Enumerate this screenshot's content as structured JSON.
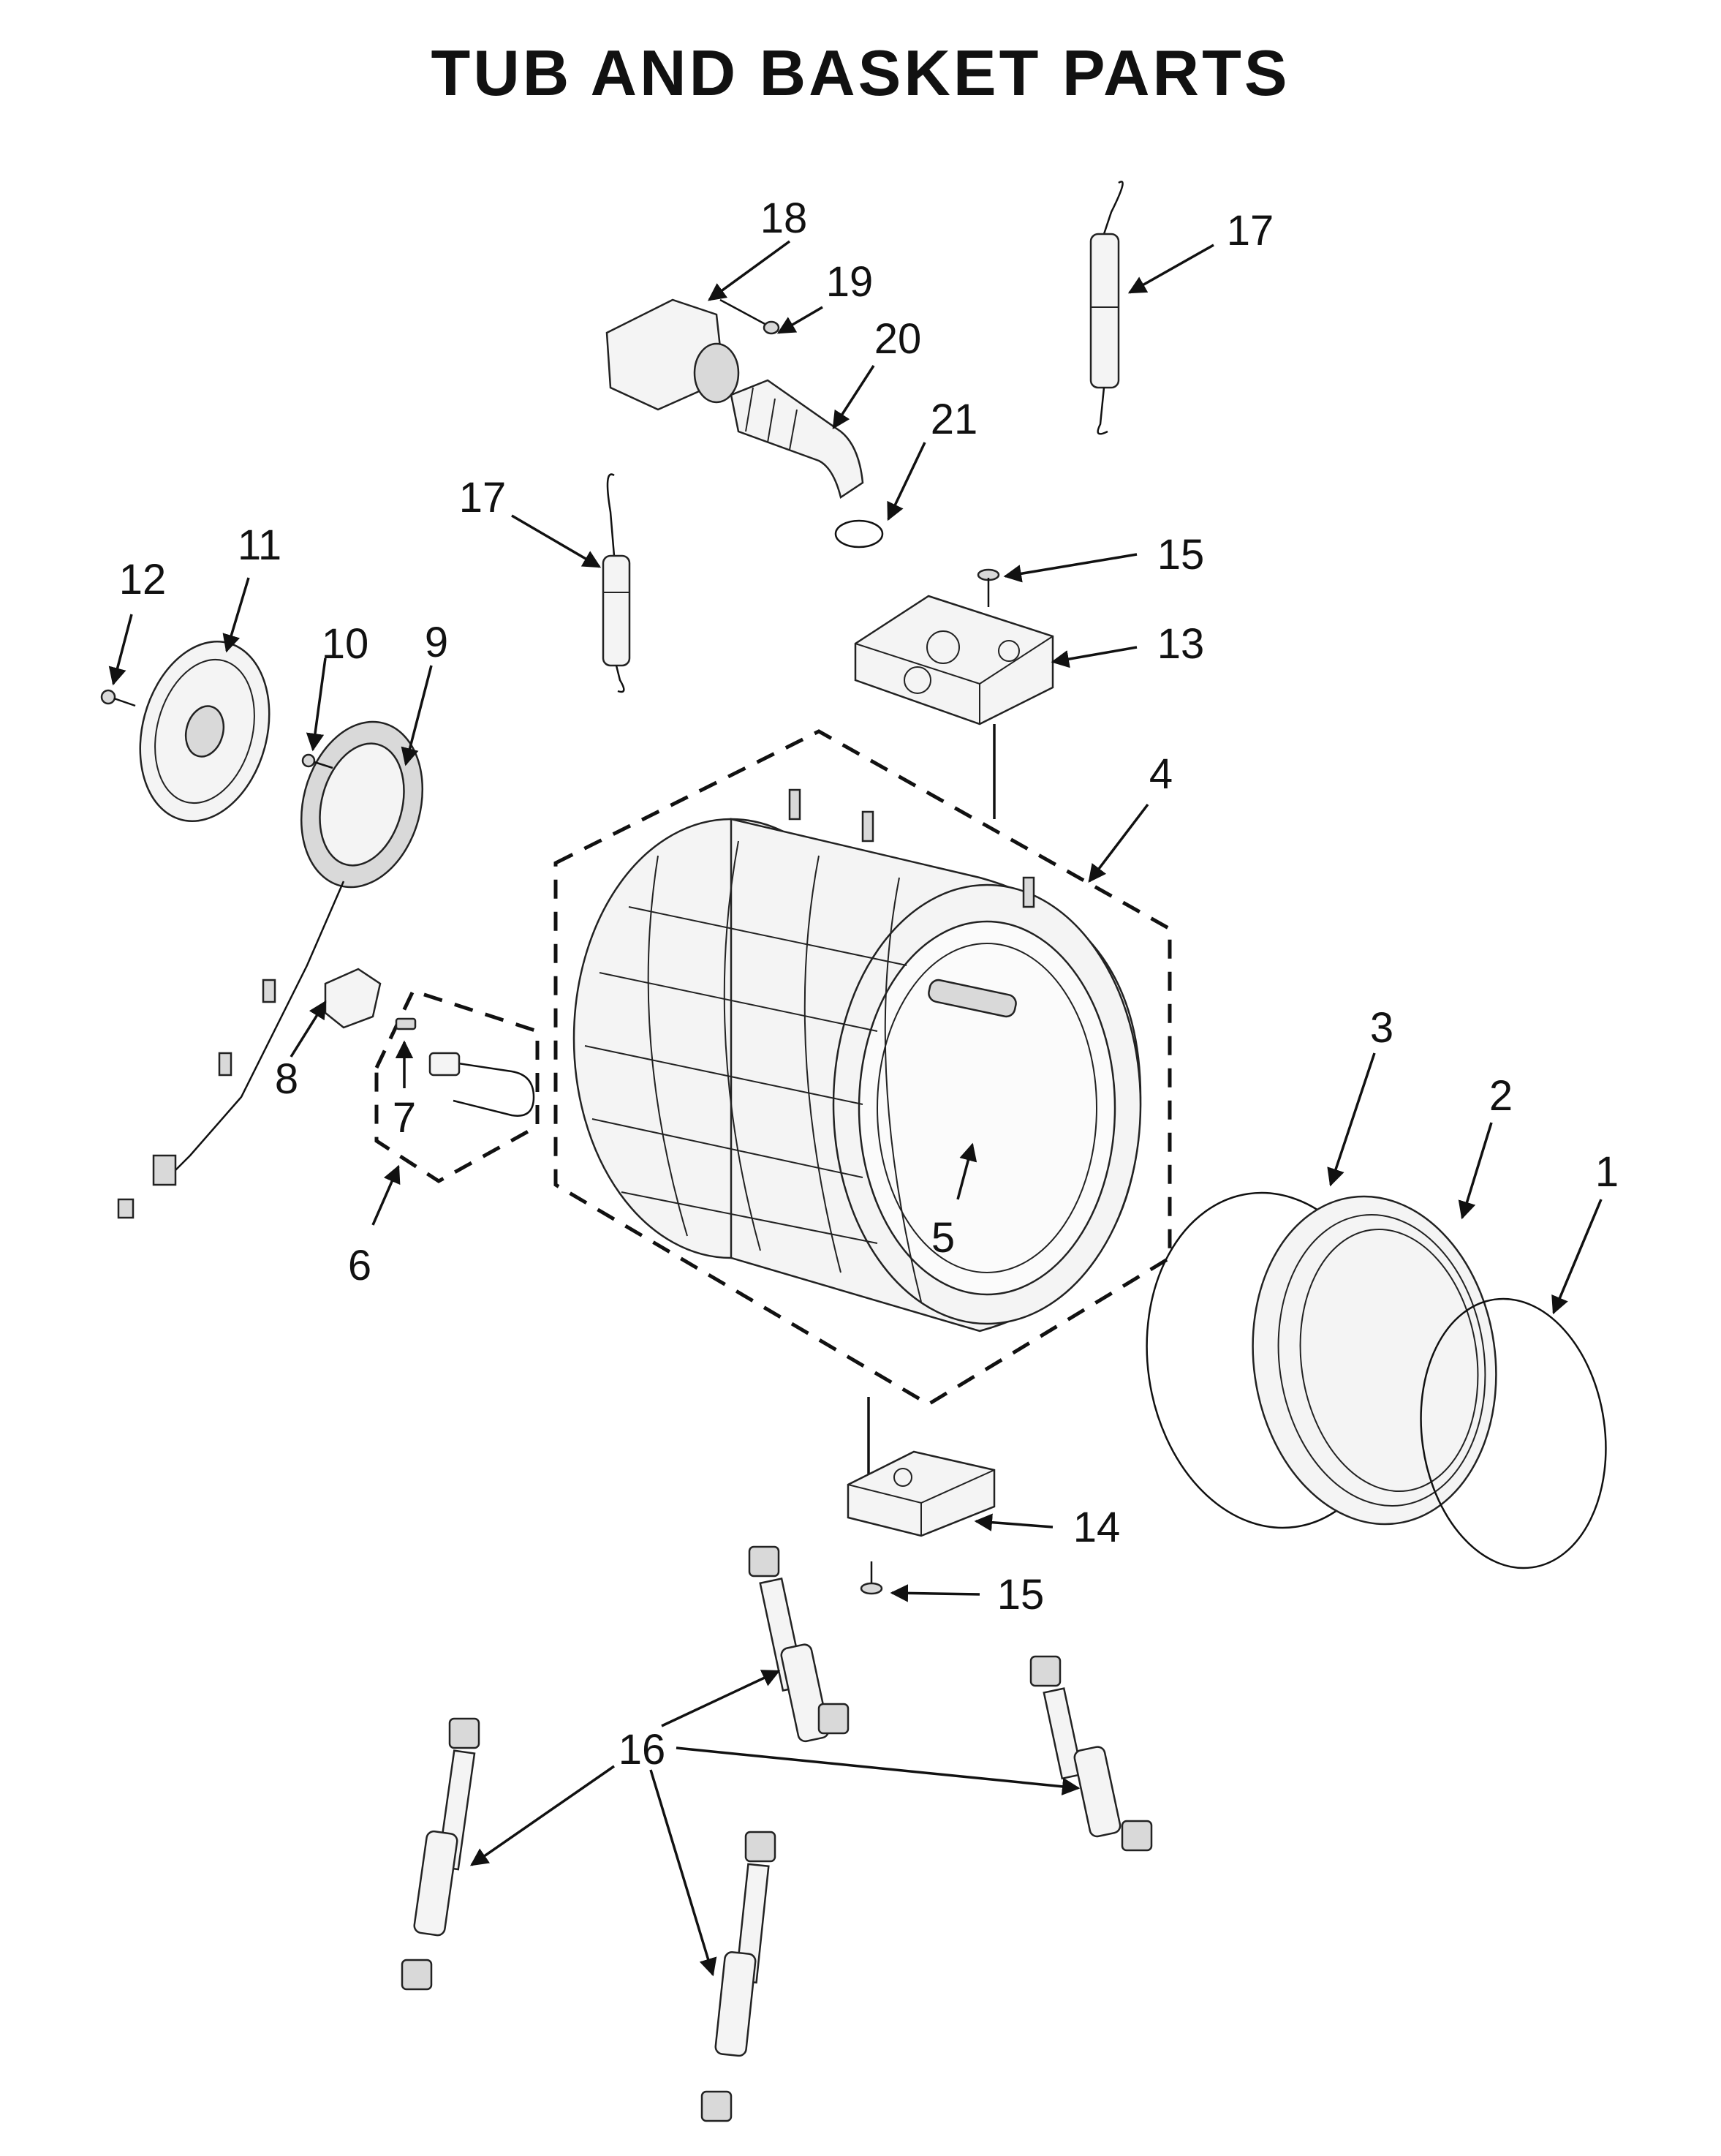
{
  "title": "TUB AND BASKET PARTS",
  "callouts": [
    {
      "id": "c1",
      "label": "1"
    },
    {
      "id": "c2",
      "label": "2"
    },
    {
      "id": "c3",
      "label": "3"
    },
    {
      "id": "c4",
      "label": "4"
    },
    {
      "id": "c5",
      "label": "5"
    },
    {
      "id": "c6",
      "label": "6"
    },
    {
      "id": "c7",
      "label": "7"
    },
    {
      "id": "c8",
      "label": "8"
    },
    {
      "id": "c9",
      "label": "9"
    },
    {
      "id": "c10",
      "label": "10"
    },
    {
      "id": "c11",
      "label": "11"
    },
    {
      "id": "c12",
      "label": "12"
    },
    {
      "id": "c13",
      "label": "13"
    },
    {
      "id": "c14",
      "label": "14"
    },
    {
      "id": "c15a",
      "label": "15"
    },
    {
      "id": "c15b",
      "label": "15"
    },
    {
      "id": "c16",
      "label": "16"
    },
    {
      "id": "c17a",
      "label": "17"
    },
    {
      "id": "c17b",
      "label": "17"
    },
    {
      "id": "c18",
      "label": "18"
    },
    {
      "id": "c19",
      "label": "19"
    },
    {
      "id": "c20",
      "label": "20"
    },
    {
      "id": "c21",
      "label": "21"
    }
  ]
}
